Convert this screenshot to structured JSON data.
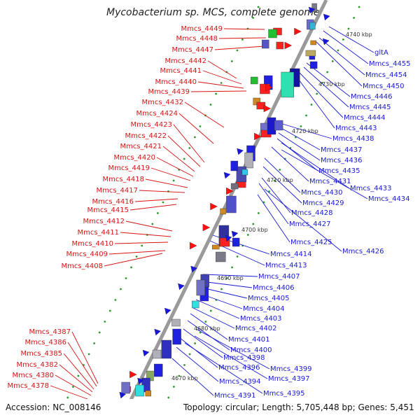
{
  "title": "Mycobacterium sp. MCS, complete genome",
  "footer": {
    "accession": "Accession: NC_008146",
    "topology": "Topology: circular; Length: 5,705,448 bp; Genes: 5,451"
  },
  "colors": {
    "minus_label": "#d61414",
    "plus_label": "#1a1ad6",
    "backbone": "#9a9a9a",
    "minus_feature": "#ff1010",
    "plus_feature": "#1616e0",
    "dots": "#2a9a2a"
  },
  "kbp_ticks": [
    "4740 kbp",
    "4730 kbp",
    "4720 kbp",
    "4710 kbp",
    "4700 kbp",
    "4690 kbp",
    "4680 kbp",
    "4670 kbp"
  ],
  "minus_strand_labels": [
    "Mmcs_4449",
    "Mmcs_4448",
    "Mmcs_4447",
    "Mmcs_4442",
    "Mmcs_4441",
    "Mmcs_4440",
    "Mmcs_4439",
    "Mmcs_4432",
    "Mmcs_4424",
    "Mmcs_4423",
    "Mmcs_4422",
    "Mmcs_4421",
    "Mmcs_4420",
    "Mmcs_4419",
    "Mmcs_4418",
    "Mmcs_4417",
    "Mmcs_4416",
    "Mmcs_4415",
    "Mmcs_4412",
    "Mmcs_4411",
    "Mmcs_4410",
    "Mmcs_4409",
    "Mmcs_4408",
    "Mmcs_4387",
    "Mmcs_4386",
    "Mmcs_4385",
    "Mmcs_4382",
    "Mmcs_4380",
    "Mmcs_4378"
  ],
  "plus_strand_labels": [
    "gltA",
    "Mmcs_4455",
    "Mmcs_4454",
    "Mmcs_4450",
    "Mmcs_4446",
    "Mmcs_4445",
    "Mmcs_4444",
    "Mmcs_4443",
    "Mmcs_4438",
    "Mmcs_4437",
    "Mmcs_4436",
    "Mmcs_4435",
    "Mmcs_4431",
    "Mmcs_4433",
    "Mmcs_4430",
    "Mmcs_4434",
    "Mmcs_4429",
    "Mmcs_4428",
    "Mmcs_4427",
    "Mmcs_4425",
    "Mmcs_4426",
    "Mmcs_4414",
    "Mmcs_4413",
    "Mmcs_4407",
    "Mmcs_4406",
    "Mmcs_4405",
    "Mmcs_4404",
    "Mmcs_4403",
    "Mmcs_4402",
    "Mmcs_4401",
    "Mmcs_4400",
    "Mmcs_4398",
    "Mmcs_4396",
    "Mmcs_4399",
    "Mmcs_4397",
    "Mmcs_4394",
    "Mmcs_4391",
    "Mmcs_4395"
  ]
}
